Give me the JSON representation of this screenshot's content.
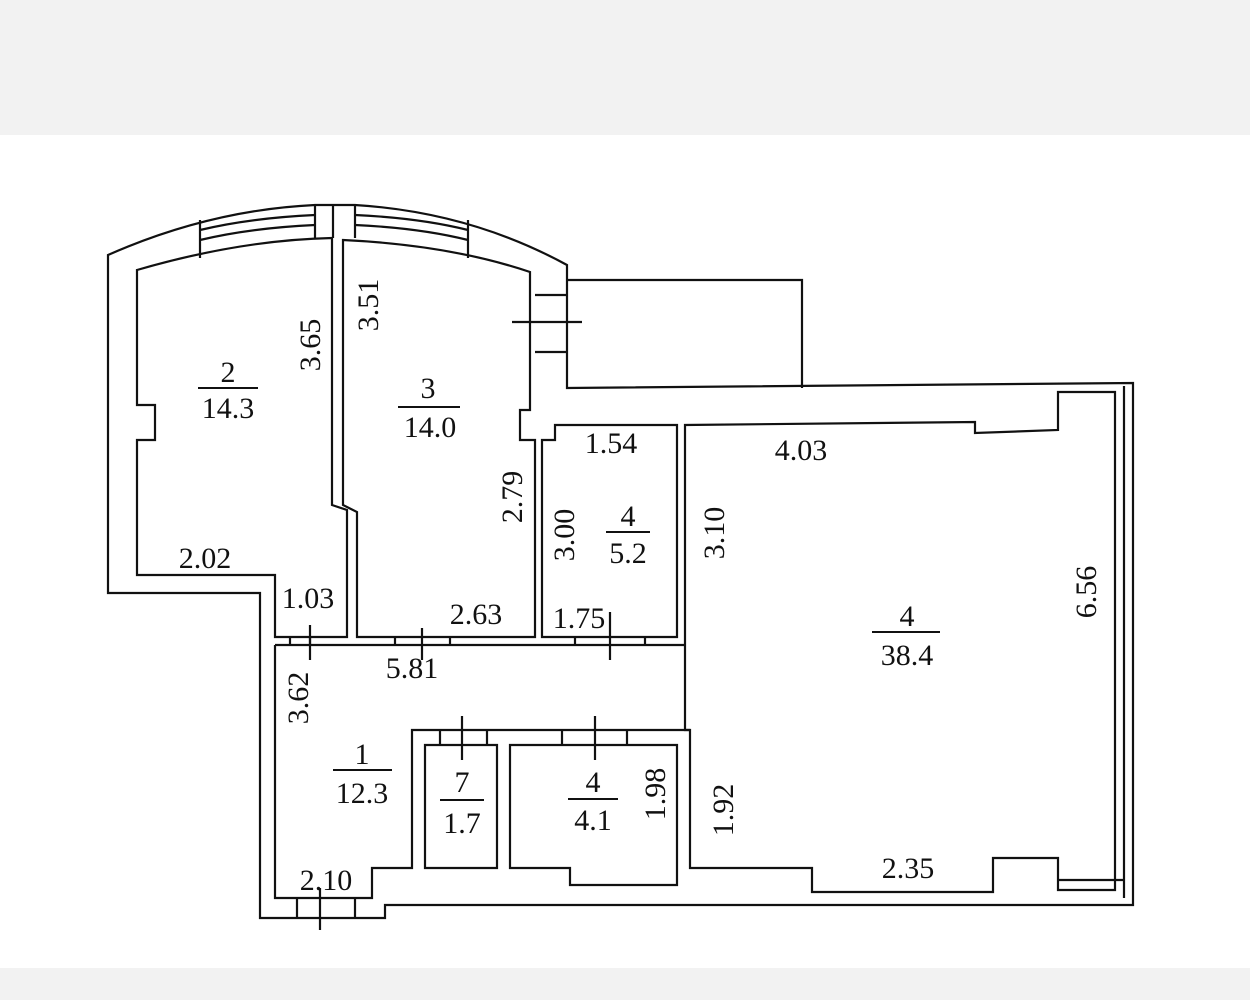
{
  "plan": {
    "line_color": "#111111",
    "background_bands_color": "#f2f2f2",
    "rooms": [
      {
        "number": "2",
        "area": "14.3"
      },
      {
        "number": "3",
        "area": "14.0"
      },
      {
        "number": "4",
        "area": "5.2"
      },
      {
        "number": "4",
        "area": "38.4"
      },
      {
        "number": "1",
        "area": "12.3"
      },
      {
        "number": "7",
        "area": "1.7"
      },
      {
        "number": "4",
        "area": "4.1"
      }
    ],
    "dimensions": [
      "3.65",
      "3.51",
      "2.02",
      "1.03",
      "2.79",
      "2.63",
      "1.54",
      "3.00",
      "1.75",
      "3.10",
      "4.03",
      "6.56",
      "5.81",
      "3.62",
      "1.98",
      "1.92",
      "2.35",
      "2.10"
    ]
  }
}
